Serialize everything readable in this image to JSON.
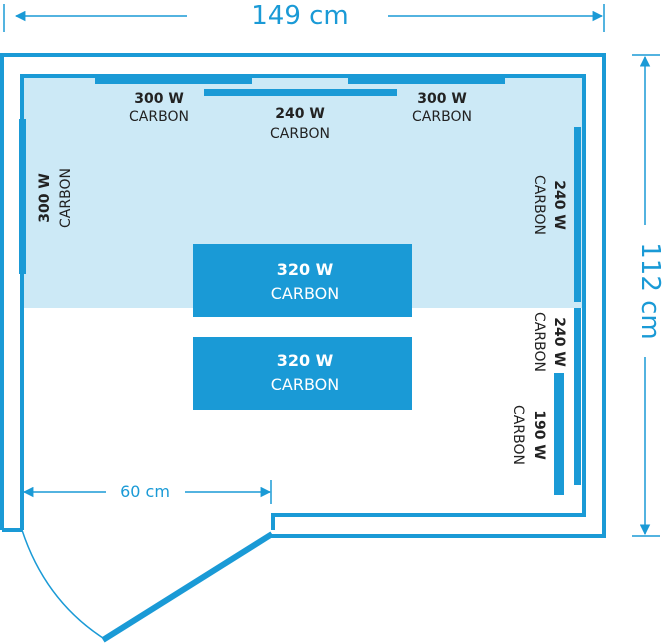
{
  "dimensions": {
    "width": "149 cm",
    "depth": "112 cm",
    "door": "60 cm"
  },
  "heaters": {
    "top_left": {
      "watt": "300 W",
      "type": "CARBON"
    },
    "top_center": {
      "watt": "240 W",
      "type": "CARBON"
    },
    "top_right": {
      "watt": "300 W",
      "type": "CARBON"
    },
    "left_wall": {
      "watt": "300 W",
      "type": "CARBON"
    },
    "right_upper": {
      "watt": "240 W",
      "type": "CARBON"
    },
    "right_lower": {
      "watt": "240 W",
      "type": "CARBON"
    },
    "right_small": {
      "watt": "190 W",
      "type": "CARBON"
    },
    "bench_upper": {
      "watt": "320 W",
      "type": "CARBON"
    },
    "bench_lower": {
      "watt": "320 W",
      "type": "CARBON"
    }
  },
  "colors": {
    "outline": "#1a9ad6",
    "heater": "#1a9ad6",
    "zone": "#cce9f6",
    "text": "#222222"
  }
}
